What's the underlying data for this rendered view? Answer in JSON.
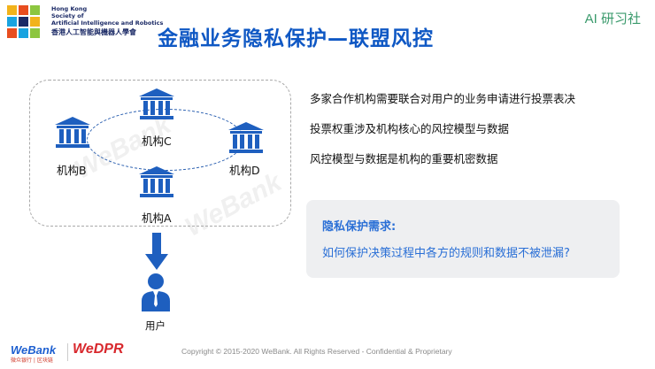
{
  "header": {
    "org_en": [
      "Hong Kong",
      "Society of",
      "Artificial Intelligence and Robotics"
    ],
    "org_cn": "香港人工智能與機器人學會",
    "title": "金融业务隐私保护—联盟风控",
    "brand": "AI 研习社"
  },
  "diagram": {
    "nodes": {
      "c": "机构C",
      "b": "机构B",
      "d": "机构D",
      "a": "机构A"
    },
    "user_label": "用户"
  },
  "bullets": [
    "多家合作机构需要联合对用户的业务申请进行投票表决",
    "投票权重涉及机构核心的风控模型与数据",
    "风控模型与数据是机构的重要机密数据"
  ],
  "requirement": {
    "title": "隐私保护需求:",
    "question": "如何保护决策过程中各方的规则和数据不被泄漏?"
  },
  "footer": {
    "webank": "WeBank",
    "webank_sub": "微众银行  | 区块链",
    "wedpr": "WeDPR",
    "copyright": "Copyright © 2015-2020 WeBank. All Rights Reserved - Confidential & Proprietary"
  },
  "watermark": "WeBank",
  "colors": {
    "title_blue": "#0f58c4",
    "bank_blue": "#1e5fbf",
    "request_blue": "#2a6fd6",
    "wedpr_red": "#d8282d",
    "brand_green": "#3a9a6c"
  },
  "icons": [
    "bank-icon",
    "down-arrow-icon",
    "user-icon",
    "logo-icon"
  ]
}
